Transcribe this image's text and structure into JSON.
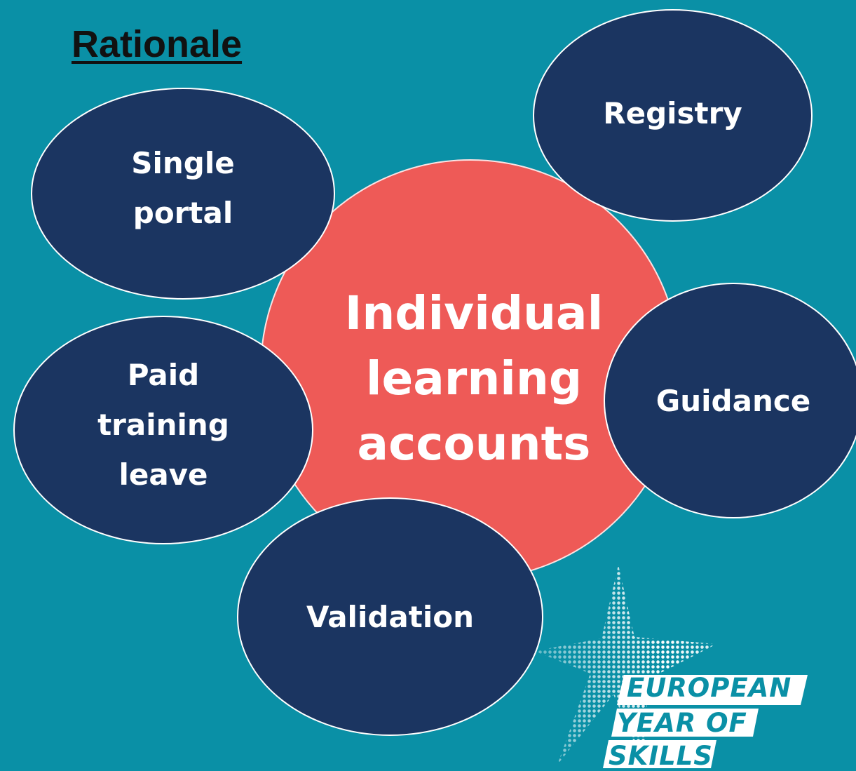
{
  "title": "Rationale",
  "center": {
    "label": "Individual\nlearning\naccounts"
  },
  "bubbles": {
    "single_portal": "Single\nportal",
    "registry": "Registry",
    "paid_training_leave": "Paid\ntraining\nleave",
    "guidance": "Guidance",
    "validation": "Validation"
  },
  "logo": {
    "line1": "EUROPEAN",
    "line2": "YEAR OF",
    "line3": "SKILLS"
  },
  "colors": {
    "background": "#0a90a6",
    "center_circle": "#ee5a57",
    "bubble": "#1b3561",
    "text": "#ffffff"
  }
}
